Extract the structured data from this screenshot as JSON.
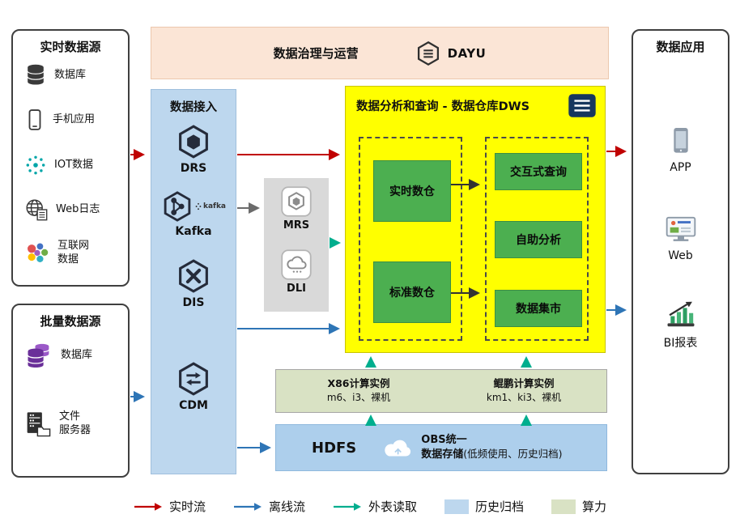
{
  "diagram": {
    "realtime_sources": {
      "title": "实时数据源",
      "items": [
        {
          "label": "数据库",
          "icon": "database-icon"
        },
        {
          "label": "手机应用",
          "icon": "mobile-phone-icon"
        },
        {
          "label": "IOT数据",
          "icon": "iot-icon"
        },
        {
          "label": "Web日志",
          "icon": "web-log-icon"
        },
        {
          "label": "互联网\n数据",
          "icon": "internet-data-icon"
        }
      ]
    },
    "batch_sources": {
      "title": "批量数据源",
      "items": [
        {
          "label": "数据库",
          "icon": "database-purple-icon"
        },
        {
          "label": "文件\n服务器",
          "icon": "file-server-icon"
        }
      ]
    },
    "governance": {
      "title": "数据治理与运营",
      "logo_text": "DAYU"
    },
    "ingestion": {
      "title": "数据接入",
      "items": [
        {
          "label": "DRS",
          "icon": "drs-icon"
        },
        {
          "label": "Kafka",
          "icon": "kafka-icon",
          "wordmark": "kafka"
        },
        {
          "label": "DIS",
          "icon": "dis-icon"
        },
        {
          "label": "CDM",
          "icon": "cdm-icon"
        }
      ]
    },
    "services": {
      "items": [
        {
          "label": "MRS",
          "icon": "mrs-icon"
        },
        {
          "label": "DLI",
          "icon": "dli-icon"
        }
      ]
    },
    "dws": {
      "title": "数据分析和查询 - 数据仓库DWS",
      "warehouses": [
        {
          "label": "实时数仓"
        },
        {
          "label": "标准数仓"
        }
      ],
      "marts": [
        {
          "label": "交互式查询"
        },
        {
          "label": "自助分析"
        },
        {
          "label": "数据集市"
        }
      ]
    },
    "compute_instances": [
      {
        "title": "X86计算实例",
        "subtitle": "m6、i3、裸机"
      },
      {
        "title": "鲲鹏计算实例",
        "subtitle": "km1、ki3、裸机"
      }
    ],
    "storage": {
      "hdfs_label": "HDFS",
      "obs_label": "OBS统一\n数据存储",
      "obs_note": "(低频使用、历史归档)"
    },
    "applications": {
      "title": "数据应用",
      "items": [
        {
          "label": "APP",
          "icon": "app-phone-icon"
        },
        {
          "label": "Web",
          "icon": "web-browser-icon"
        },
        {
          "label": "BI报表",
          "icon": "bi-report-icon"
        }
      ]
    },
    "legend": {
      "items": [
        {
          "label": "实时流",
          "type": "arrow",
          "color": "#C00000"
        },
        {
          "label": "离线流",
          "type": "arrow",
          "color": "#2E75B6"
        },
        {
          "label": "外表读取",
          "type": "arrow",
          "color": "#00AE8E"
        },
        {
          "label": "历史归档",
          "type": "swatch",
          "color": "#BDD7EE"
        },
        {
          "label": "算力",
          "type": "swatch",
          "color": "#D9E2C4"
        }
      ]
    },
    "colors": {
      "governance_bg": "#FBE5D6",
      "ingestion_bg": "#BDD7EE",
      "services_bg": "#D9D9D9",
      "dws_bg": "#FFFF00",
      "warehouse_green": "#4CAF50",
      "compute_bg": "#D9E2C4",
      "storage_bg": "#ADCFEC",
      "realtime_arrow": "#C00000",
      "offline_arrow": "#2E75B6",
      "external_read_arrow": "#00AE8E"
    }
  }
}
